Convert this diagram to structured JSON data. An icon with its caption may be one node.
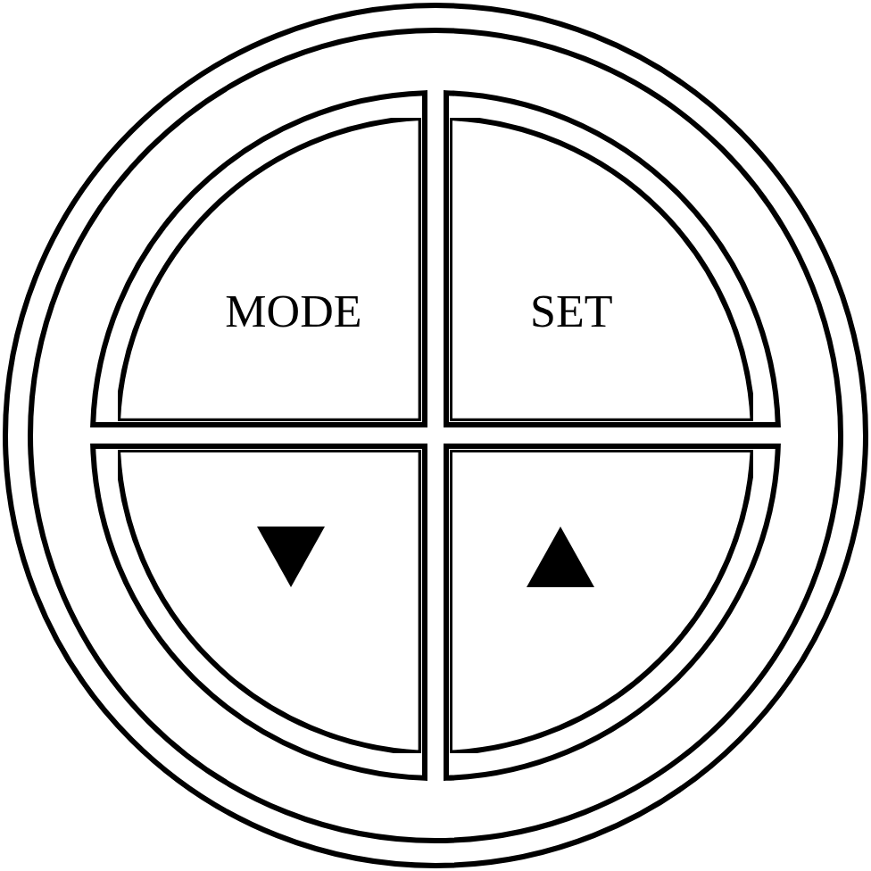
{
  "diagram": {
    "nodes": [
      {
        "text": [
          "MODE"
        ]
      },
      {
        "text": [
          "SET"
        ]
      },
      {
        "text": [],
        "shape": "button"
      },
      {
        "text": [],
        "shape": "button"
      }
    ]
  }
}
